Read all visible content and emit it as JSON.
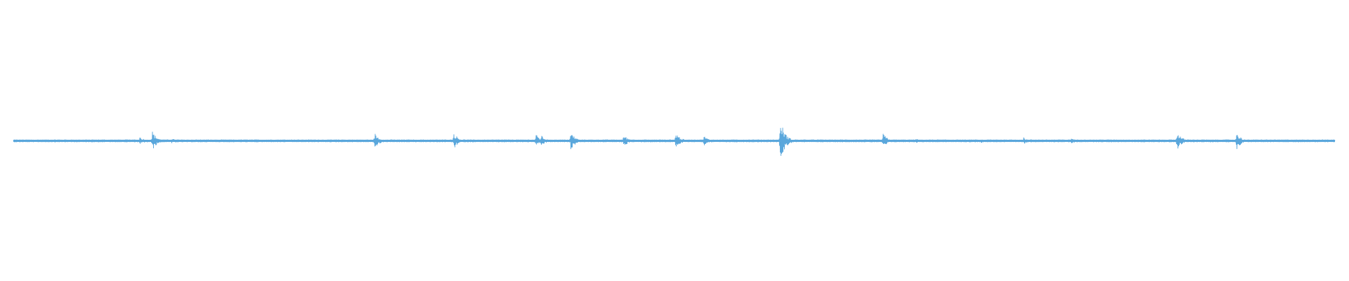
{
  "waveform": {
    "color": "#5aa7dc",
    "background": "#ffffff",
    "noise_level": 0.035,
    "peaks": [
      {
        "pos": 0.0697,
        "amp": 0.1
      },
      {
        "pos": 0.0955,
        "amp": 0.22
      },
      {
        "pos": 0.1052,
        "amp": 0.47
      },
      {
        "pos": 0.1194,
        "amp": 0.14
      },
      {
        "pos": 0.1381,
        "amp": 0.09
      },
      {
        "pos": 0.209,
        "amp": 0.07
      },
      {
        "pos": 0.2735,
        "amp": 0.38
      },
      {
        "pos": 0.3333,
        "amp": 0.4
      },
      {
        "pos": 0.3955,
        "amp": 0.31
      },
      {
        "pos": 0.3994,
        "amp": 0.27
      },
      {
        "pos": 0.4219,
        "amp": 0.43
      },
      {
        "pos": 0.4619,
        "amp": 0.3
      },
      {
        "pos": 0.5013,
        "amp": 0.42
      },
      {
        "pos": 0.5226,
        "amp": 0.24
      },
      {
        "pos": 0.5806,
        "amp": 1.0
      },
      {
        "pos": 0.6581,
        "amp": 0.36
      },
      {
        "pos": 0.6826,
        "amp": 0.12
      },
      {
        "pos": 0.7323,
        "amp": 0.1
      },
      {
        "pos": 0.7645,
        "amp": 0.17
      },
      {
        "pos": 0.8006,
        "amp": 0.14
      },
      {
        "pos": 0.8806,
        "amp": 0.45
      },
      {
        "pos": 0.9258,
        "amp": 0.41
      }
    ]
  }
}
